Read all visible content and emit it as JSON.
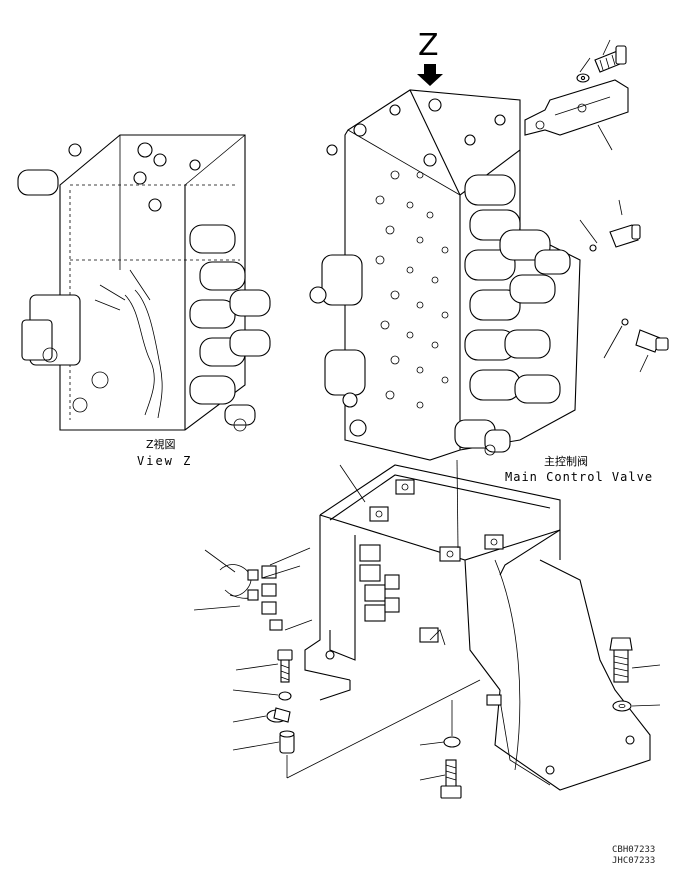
{
  "labels": {
    "view_letter": "Z",
    "view_z_jp": "Z視図",
    "view_z_en": "View Z",
    "main_valve_jp": "主控制阀",
    "main_valve_en": "Main Control Valve",
    "drawing_code_1": "CBH07233",
    "drawing_code_2": "JHC07233"
  }
}
